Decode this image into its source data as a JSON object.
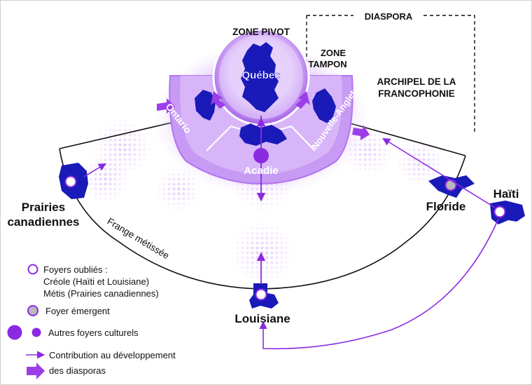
{
  "titles": {
    "zone_pivot": "ZONE PIVOT",
    "zone_tampon": [
      "ZONE",
      "TAMPON"
    ],
    "diaspora": "DIASPORA",
    "archipel": [
      "ARCHIPEL DE LA",
      "FRANCOPHONIE"
    ]
  },
  "places": {
    "quebec": "Québec",
    "ontario": "Ontario",
    "acadie": "Acadie",
    "nouvelle_angleterre": "Nouvelle-Angleterre",
    "prairies": [
      "Prairies",
      "canadiennes"
    ],
    "floride": "Floride",
    "haiti": "Haïti",
    "louisiane": "Louisiane",
    "frange": "Frange métissée"
  },
  "legend": {
    "oublies": [
      "Foyers oubliés :",
      "Créole (Haïti et Louisiane)",
      "Métis (Prairies canadiennes)"
    ],
    "emergent": "Foyer émergent",
    "autres": "Autres foyers culturels",
    "contribution": "Contribution au développement",
    "diasporas": "des diasporas"
  },
  "colors": {
    "purple_dark": "#8a2be2",
    "purple_mid": "#b06af0",
    "purple_light": "#d9b8f7",
    "purple_pale": "#ead8fb",
    "blue_territory": "#1a1ab8",
    "grey_emergent": "#b9b9b9"
  }
}
